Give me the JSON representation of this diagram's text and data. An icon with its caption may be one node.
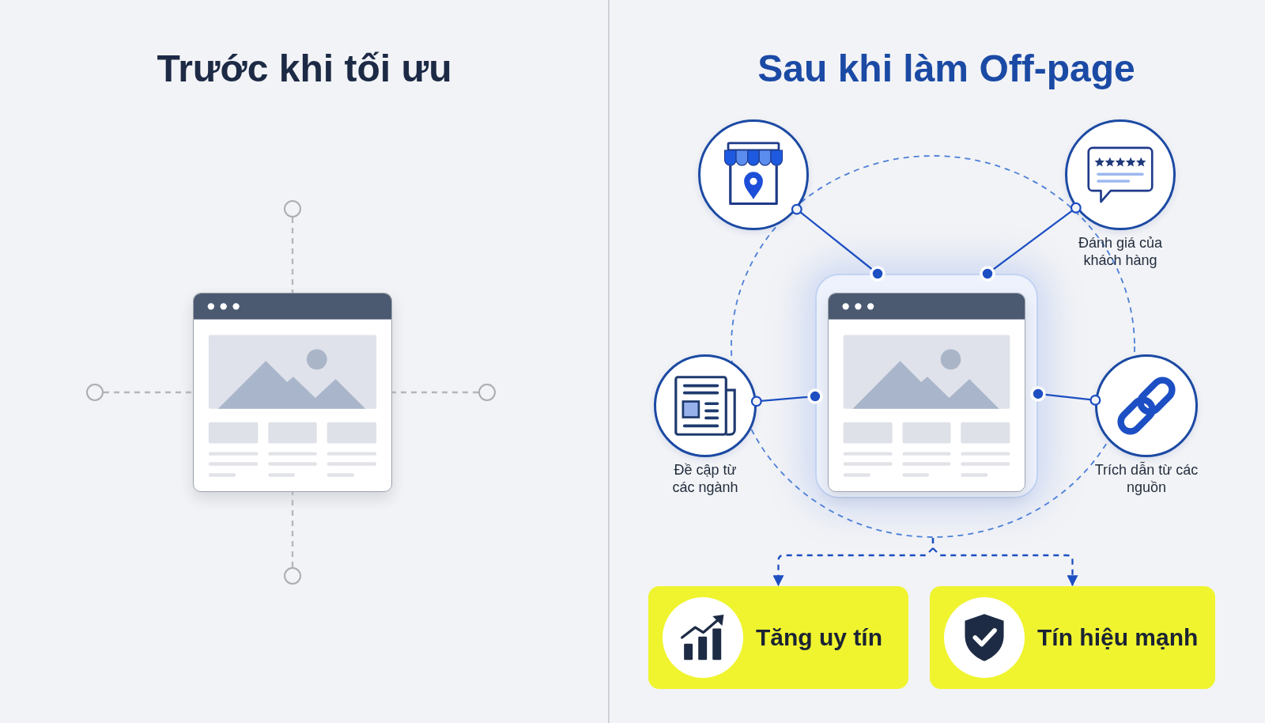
{
  "diagram": {
    "nodes": [
      {
        "text": [],
        "shape": "circle"
      },
      {
        "text": [],
        "shape": "circle"
      },
      {
        "text": [],
        "shape": "picture"
      },
      {
        "text": [],
        "shape": "circle"
      },
      {
        "text": [],
        "shape": "circle"
      },
      {
        "text": [],
        "shape": "circle"
      },
      {
        "text": [
          "Đánh giá của khách hàng"
        ]
      },
      {
        "text": [],
        "shape": "circle"
      },
      {
        "text": [],
        "shape": "picture",
        "in": 7
      },
      {
        "text": [
          "Đề cập từ các ngành"
        ]
      },
      {
        "text": [
          "Trích dẫn từ các nguồn"
        ]
      },
      {
        "text": [
          "Tăng uy tín"
        ]
      },
      {
        "text": [
          "Tín hiệu mạnh"
        ]
      }
    ],
    "edges": [
      {
        "from": 0,
        "to": 2,
        "arrow": "none",
        "style": "dashed",
        "color": "#b3b6bb"
      },
      {
        "from": 1,
        "to": 2,
        "arrow": "none",
        "style": "dashed",
        "color": "#b3b6bb"
      },
      {
        "from": 3,
        "to": 2,
        "arrow": "none",
        "style": "dashed",
        "color": "#b3b6bb"
      },
      {
        "from": 4,
        "to": 2,
        "arrow": "none",
        "style": "dashed",
        "color": "#b3b6bb"
      },
      {
        "from": 5,
        "to": 8,
        "arrow": "other"
      },
      {
        "from": 6,
        "to": 8,
        "arrow": "other"
      },
      {
        "from": 9,
        "to": 8,
        "arrow": "other"
      },
      {
        "from": 10,
        "to": 8,
        "arrow": "other"
      },
      {
        "from": 7,
        "to": 11,
        "arrow": "to",
        "style": "dashed"
      },
      {
        "from": 7,
        "to": 12,
        "arrow": "to",
        "style": "dashed"
      }
    ],
    "labels": [
      "Trước khi tối ưu",
      "Sau khi làm Off-page"
    ]
  }
}
